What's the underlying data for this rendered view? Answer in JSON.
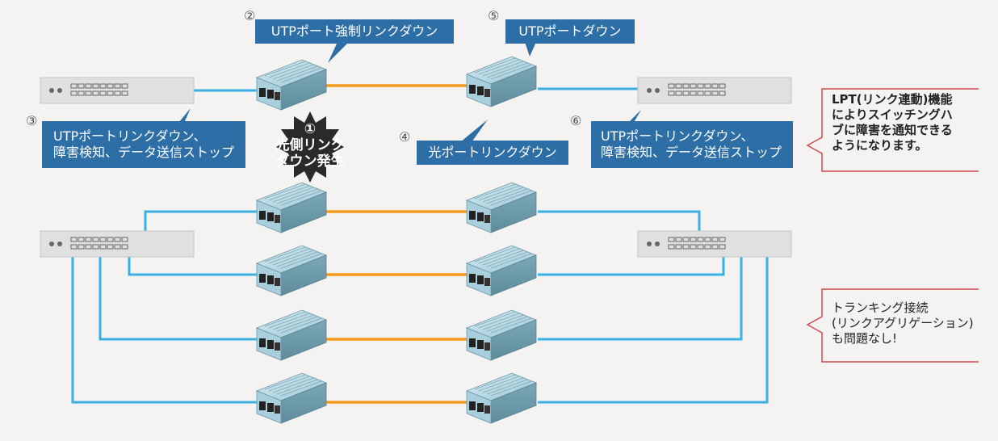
{
  "labels": {
    "l2": {
      "num": "②",
      "text": "UTPポート強制リンクダウン"
    },
    "l5": {
      "num": "⑤",
      "text": "UTPポートダウン"
    },
    "l3": {
      "num": "③",
      "line1": "UTPポートリンクダウン、",
      "line2": "障害検知、データ送信ストップ"
    },
    "l4": {
      "num": "④",
      "text": "光ポートリンクダウン"
    },
    "l6": {
      "num": "⑥",
      "line1": "UTPポートリンクダウン、",
      "line2": "障害検知、データ送信ストップ"
    },
    "l1": {
      "num": "①",
      "line1": "光側リンク",
      "line2": "ダウン発生"
    }
  },
  "notes": {
    "lpt": {
      "line1": "LPT(リンク連動)機能",
      "line2": "によりスイッチングハ",
      "line3": "ブに障害を通知できる",
      "line4": "ようになります。"
    },
    "trunk": {
      "line1": "トランキング接続",
      "line2": "(リンクアグリゲーション)",
      "line3": "も問題なし!"
    }
  },
  "colors": {
    "background": "#f5f3f1",
    "label_bg": "#2d6ea6",
    "copper_line": "#3ab0e2",
    "fiber_line": "#f39a1e",
    "burst": "#2a2a2a",
    "note_bracket": "#d24a4f",
    "device_body": "#8fb9c9",
    "hub_body": "#e0e0e0"
  }
}
